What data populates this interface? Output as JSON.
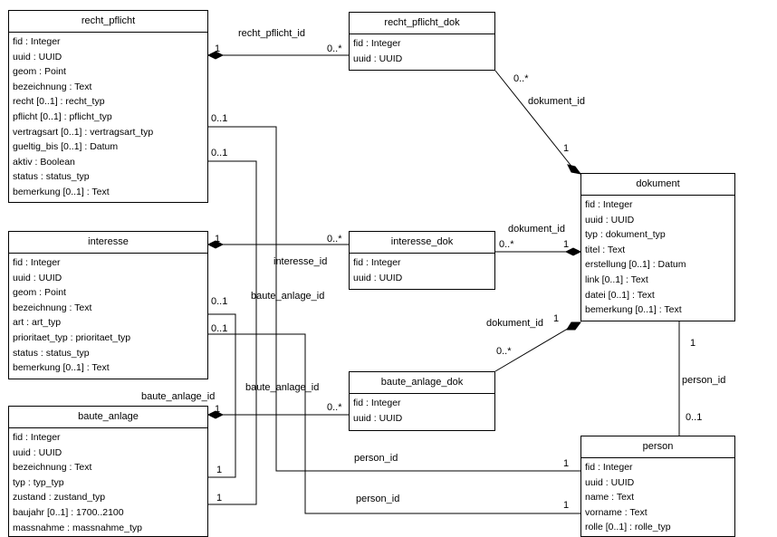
{
  "entities": {
    "recht_pflicht": {
      "title": "recht_pflicht",
      "attributes": [
        "fid : Integer",
        "uuid : UUID",
        "geom : Point",
        "bezeichnung : Text",
        "recht [0..1] : recht_typ",
        "pflicht [0..1] : pflicht_typ",
        "vertragsart [0..1] : vertragsart_typ",
        "gueltig_bis [0..1] : Datum",
        "aktiv : Boolean",
        "status : status_typ",
        "bemerkung [0..1] : Text"
      ]
    },
    "recht_pflicht_dok": {
      "title": "recht_pflicht_dok",
      "attributes": [
        "fid : Integer",
        "uuid : UUID"
      ]
    },
    "dokument": {
      "title": "dokument",
      "attributes": [
        "fid : Integer",
        "uuid : UUID",
        "typ : dokument_typ",
        "titel : Text",
        "erstellung [0..1] : Datum",
        "link [0..1] : Text",
        "datei [0..1] : Text",
        "bemerkung [0..1] : Text"
      ]
    },
    "interesse": {
      "title": "interesse",
      "attributes": [
        "fid : Integer",
        "uuid : UUID",
        "geom : Point",
        "bezeichnung : Text",
        "art : art_typ",
        "prioritaet_typ : prioritaet_typ",
        "status : status_typ",
        "bemerkung [0..1] : Text"
      ]
    },
    "interesse_dok": {
      "title": "interesse_dok",
      "attributes": [
        "fid : Integer",
        "uuid : UUID"
      ]
    },
    "baute_anlage_dok": {
      "title": "baute_anlage_dok",
      "attributes": [
        "fid : Integer",
        "uuid : UUID"
      ]
    },
    "baute_anlage": {
      "title": "baute_anlage",
      "attributes": [
        "fid : Integer",
        "uuid : UUID",
        "bezeichnung : Text",
        "typ : typ_typ",
        "zustand : zustand_typ",
        "baujahr [0..1] : 1700..2100",
        "massnahme : massnahme_typ"
      ]
    },
    "person": {
      "title": "person",
      "attributes": [
        "fid : Integer",
        "uuid : UUID",
        "name : Text",
        "vorname : Text",
        "rolle [0..1] : rolle_typ"
      ]
    }
  },
  "labels": {
    "rp_rpd_role": "recht_pflicht_id",
    "rp_rpd_1": "1",
    "rp_rpd_many": "0..*",
    "rpd_dok_many": "0..*",
    "rpd_dok_role": "dokument_id",
    "rpd_dok_1": "1",
    "int_intd_1": "1",
    "int_intd_many": "0..*",
    "int_intd_role": "interesse_id",
    "intd_dok_role": "dokument_id",
    "intd_dok_many": "0..*",
    "intd_dok_1": "1",
    "bad_dok_role": "dokument_id",
    "bad_dok_1": "1",
    "bad_dok_many": "0..*",
    "ba_bad_role": "baute_anlage_id",
    "ba_bad_1": "1",
    "ba_bad_many": "0..*",
    "rp_person_01_a": "0..1",
    "rp_person_01_b": "0..1",
    "int_ba_01_a": "0..1",
    "int_ba_01_b": "0..1",
    "ba_self_1_a": "1",
    "ba_self_1_b": "1",
    "baute_anlage_id_a": "baute_anlage_id",
    "baute_anlage_id_b": "baute_anlage_id",
    "person_id_a": "person_id",
    "person_id_b": "person_id",
    "person_1_a": "1",
    "person_1_b": "1",
    "dok_person_1": "1",
    "dok_person_role": "person_id",
    "dok_person_01": "0..1"
  }
}
